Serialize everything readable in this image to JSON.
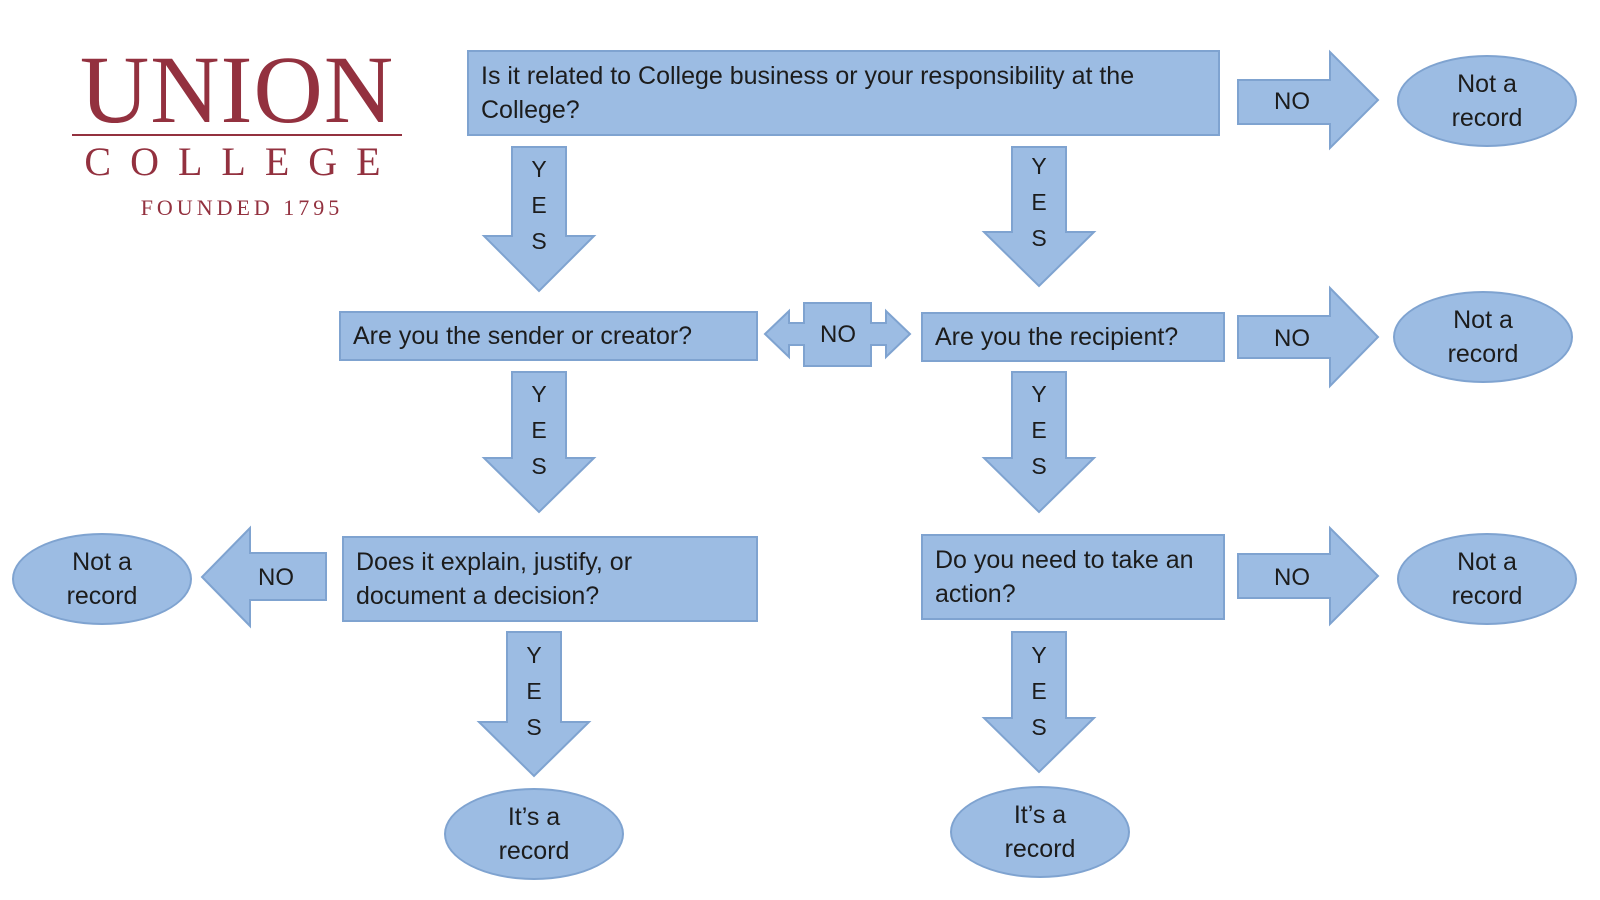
{
  "logo": {
    "name": "UNION",
    "subname": "COLLEGE",
    "tagline": "FOUNDED 1795",
    "color": "#93313f"
  },
  "colors": {
    "fill": "#9cbce3",
    "stroke": "#7fa3d0",
    "text": "#1c1c1c"
  },
  "nodes": {
    "q_business": "Is it related to College business or your responsibility at the College?",
    "q_sender": "Are you the sender or creator?",
    "q_recipient": "Are you the recipient?",
    "q_explain": "Does it explain, justify, or document a decision?",
    "q_action": "Do you need to take an action?",
    "not_record_1": "Not a record",
    "not_record_2": "Not a record",
    "not_record_3": "Not a record",
    "not_record_4": "Not a record",
    "record_1": "It’s a record",
    "record_2": "It’s a record"
  },
  "labels": {
    "yes": "Y\nE\nS",
    "no": "NO"
  }
}
